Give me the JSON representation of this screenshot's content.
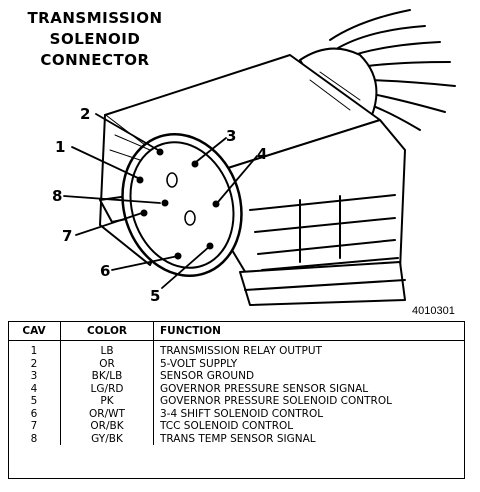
{
  "title": {
    "line1": "TRANSMISSION",
    "line2": "SOLENOID",
    "line3": "CONNECTOR"
  },
  "callouts": [
    "1",
    "2",
    "3",
    "4",
    "5",
    "6",
    "7",
    "8"
  ],
  "figure_id": "4010301",
  "table": {
    "headers": {
      "cav": "CAV",
      "color": "COLOR",
      "function": "FUNCTION"
    },
    "rows": [
      {
        "cav": "1",
        "color": "LB",
        "function": "TRANSMISSION RELAY OUTPUT"
      },
      {
        "cav": "2",
        "color": "OR",
        "function": "5-VOLT SUPPLY"
      },
      {
        "cav": "3",
        "color": "BK/LB",
        "function": "SENSOR GROUND"
      },
      {
        "cav": "4",
        "color": "LG/RD",
        "function": "GOVERNOR PRESSURE SENSOR SIGNAL"
      },
      {
        "cav": "5",
        "color": "PK",
        "function": "GOVERNOR PRESSURE SOLENOID CONTROL"
      },
      {
        "cav": "6",
        "color": "OR/WT",
        "function": "3-4 SHIFT SOLENOID CONTROL"
      },
      {
        "cav": "7",
        "color": "OR/BK",
        "function": "TCC SOLENOID CONTROL"
      },
      {
        "cav": "8",
        "color": "GY/BK",
        "function": "TRANS TEMP SENSOR SIGNAL"
      }
    ]
  }
}
